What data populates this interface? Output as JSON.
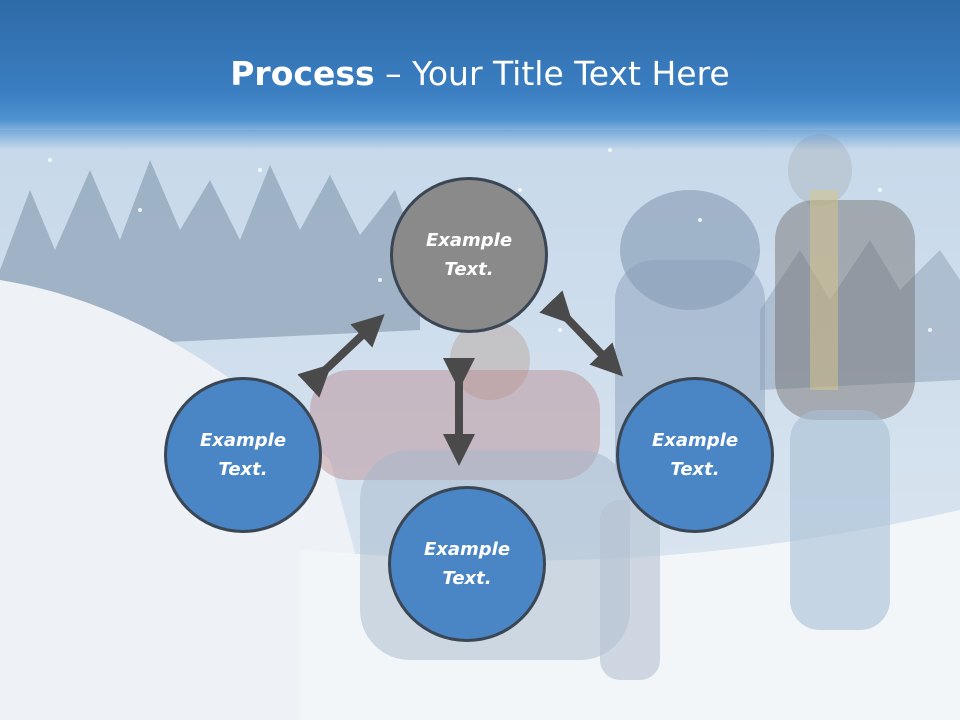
{
  "title": {
    "strong": "Process",
    "rest": " – Your Title Text Here"
  },
  "nodes": {
    "top": {
      "line1": "Example",
      "line2": "Text."
    },
    "left": {
      "line1": "Example",
      "line2": "Text."
    },
    "right": {
      "line1": "Example",
      "line2": "Text."
    },
    "bottom": {
      "line1": "Example",
      "line2": "Text."
    }
  },
  "colors": {
    "title_bar": "#3a7ec1",
    "node_blue": "#4a86c5",
    "node_gray": "#8a8a8a",
    "arrow": "#4a4a4a"
  }
}
